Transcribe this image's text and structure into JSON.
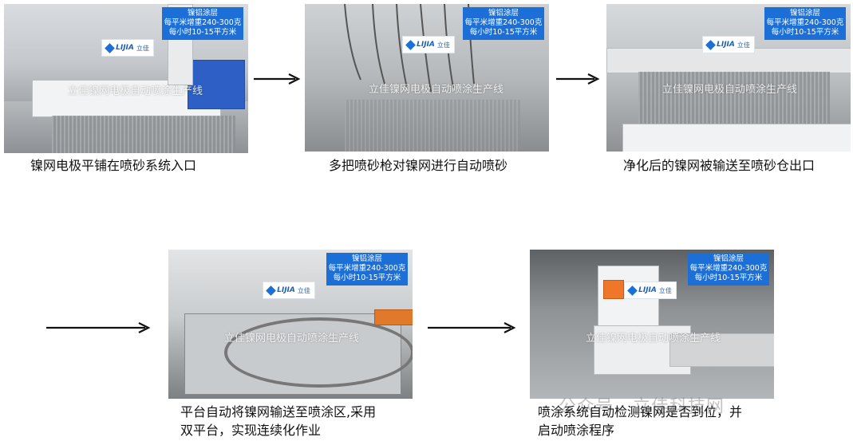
{
  "badge": {
    "line1": "镍铝涂层",
    "line2": "每平米增重240-300克",
    "line3": "每小时10-15平方米"
  },
  "logo": {
    "brand": "LIJIA",
    "cn": "立佳"
  },
  "watermark_text": "立佳镍网电极自动喷涂生产线",
  "steps": [
    {
      "caption": "镍网电极平铺在喷砂系统入口"
    },
    {
      "caption": "多把喷砂枪对镍网进行自动喷砂"
    },
    {
      "caption": "净化后的镍网被输送至喷砂仓出口"
    },
    {
      "caption_line1": "平台自动将镍网输送至喷涂区,采用",
      "caption_line2": "双平台，实现连续化作业"
    },
    {
      "caption_line1": "喷涂系统自动检测镍网是否到位，并",
      "caption_line2": "启动喷涂程序"
    }
  ],
  "account_watermark": "公众号 · 立佳科技网",
  "colors": {
    "badge_bg": "#1c6fd6",
    "arrow": "#111111"
  }
}
